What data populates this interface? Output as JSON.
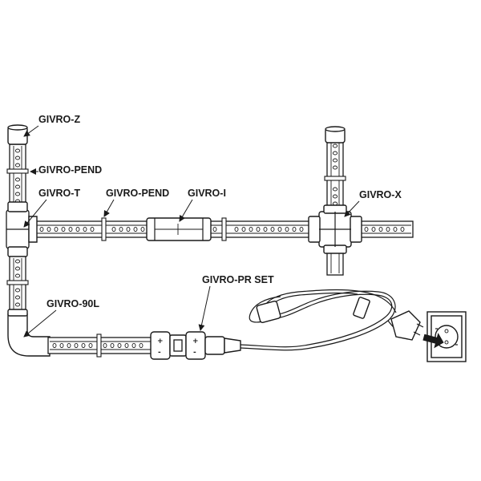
{
  "labels": {
    "givro_z": "GIVRO-Z",
    "givro_pend_top": "GIVRO-PEND",
    "givro_t": "GIVRO-T",
    "givro_pend_mid": "GIVRO-PEND",
    "givro_i": "GIVRO-I",
    "givro_x": "GIVRO-X",
    "givro_pr_set": "GIVRO-PR SET",
    "givro_90l": "GIVRO-90L"
  },
  "connector_signs": {
    "left_plus": "+",
    "left_minus": "-",
    "right_plus": "+",
    "right_minus": "-"
  }
}
